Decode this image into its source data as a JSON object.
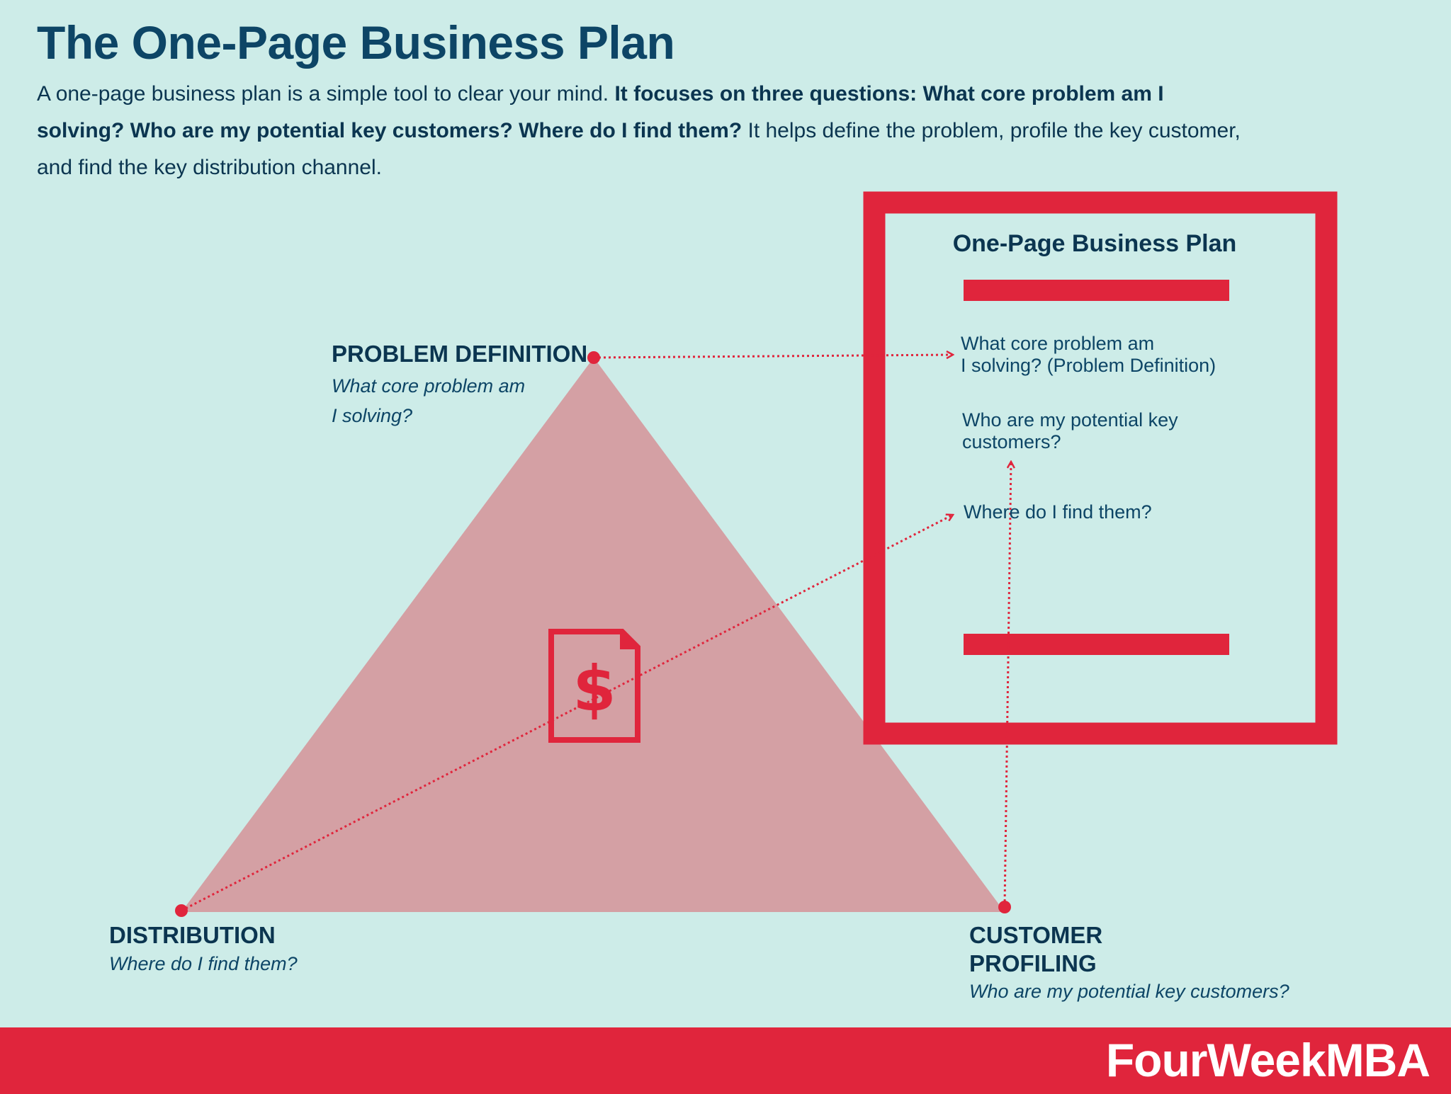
{
  "header": {
    "title": "The One-Page Business Plan",
    "intro_plain_1": "A one-page business plan is a simple tool to clear your mind. ",
    "intro_bold": "It focuses on three questions: What core problem am I solving? Who are my potential key customers? Where do I find them?",
    "intro_plain_2": " It helps define the problem, profile the key customer, and find the key distribution channel."
  },
  "triangle": {
    "problem": {
      "title": "PROBLEM DEFINITION",
      "subtitle_1": "What core problem am",
      "subtitle_2": "I solving?"
    },
    "distribution": {
      "title": "DISTRIBUTION",
      "subtitle": "Where do I find them?"
    },
    "customer": {
      "title_1": "CUSTOMER",
      "title_2": "PROFILING",
      "subtitle": "Who are my potential key customers?"
    },
    "center_icon": "dollar-document-icon",
    "center_symbol": "$"
  },
  "plan": {
    "heading": "One-Page Business Plan",
    "item_1_line_1": "What core problem am",
    "item_1_line_2": "I solving? (Problem Definition)",
    "item_2_line_1": "Who are my potential key",
    "item_2_line_2": "customers?",
    "item_3": "Where do I find them?"
  },
  "footer": {
    "brand": "FourWeekMBA"
  },
  "colors": {
    "background": "#cdece8",
    "accent_red": "#e0253c",
    "triangle_fill": "#d4a0a4",
    "text_navy": "#0b3550"
  }
}
